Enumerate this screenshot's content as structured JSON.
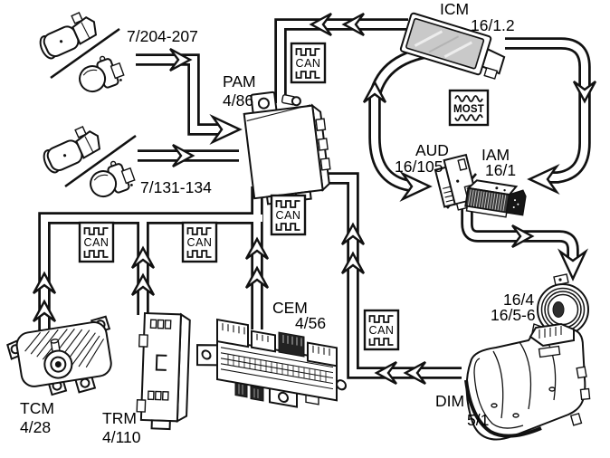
{
  "diagram": {
    "labels": {
      "front_sensors_id": "7/204-207",
      "rear_sensors_id": "7/131-134",
      "pam_name": "PAM",
      "pam_id": "4/86",
      "icm_name": "ICM",
      "icm_id": "16/1.2",
      "aud_name": "AUD",
      "aud_id": "16/105",
      "iam_name": "IAM",
      "iam_id": "16/1",
      "speaker_id_a": "16/4",
      "speaker_id_b": "16/5-6",
      "cem_name": "CEM",
      "cem_id": "4/56",
      "tcm_name": "TCM",
      "tcm_id": "4/28",
      "trm_name": "TRM",
      "trm_id": "4/110",
      "dim_name": "DIM",
      "dim_id": "5/1"
    },
    "buses": {
      "can": "CAN",
      "most": "MOST"
    },
    "colors": {
      "line": "#111111",
      "background": "#ffffff",
      "screen_gray": "#c9c9c9"
    }
  }
}
